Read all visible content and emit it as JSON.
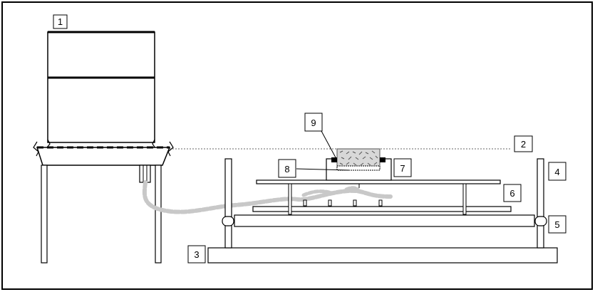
{
  "labels": {
    "l1": "1",
    "l2": "2",
    "l3": "3",
    "l4": "4",
    "l5": "5",
    "l6": "6",
    "l7": "7",
    "l8": "8",
    "l9": "9"
  },
  "colors": {
    "line": "#000000",
    "hose": "#c8c8c8",
    "soil": "#9a9a9a"
  }
}
